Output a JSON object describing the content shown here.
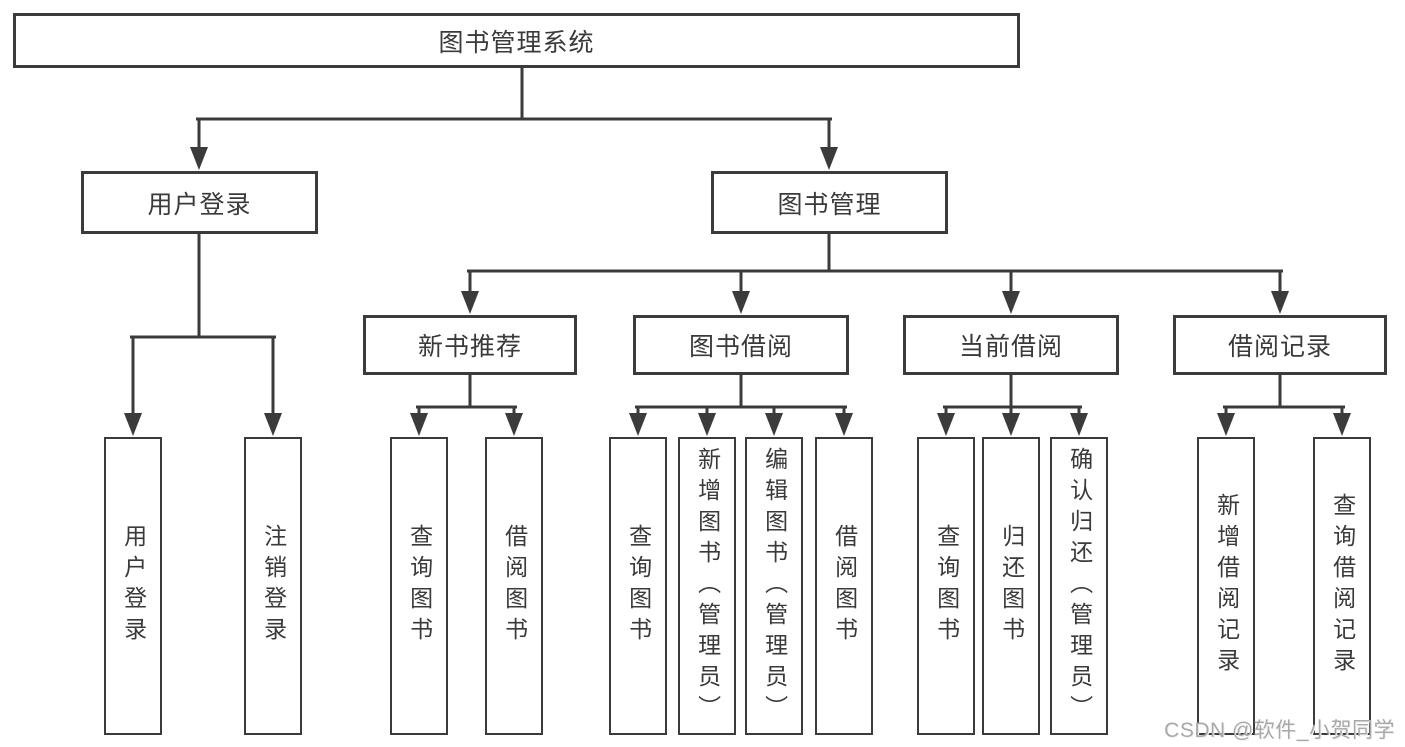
{
  "title": "图书管理系统",
  "watermark": "CSDN @软件_小贺同学",
  "colors": {
    "line": "#3b3b3b",
    "box_border": "#3b3b3b",
    "text": "#3a3a3a",
    "background": "#ffffff",
    "watermark_text": "#a9a9a9"
  },
  "tree": {
    "root": {
      "label": "图书管理系统",
      "children": [
        {
          "label": "用户登录",
          "children": [
            {
              "label": "用户登录"
            },
            {
              "label": "注销登录"
            }
          ]
        },
        {
          "label": "图书管理",
          "children": [
            {
              "label": "新书推荐",
              "children": [
                {
                  "label": "查询图书"
                },
                {
                  "label": "借阅图书"
                }
              ]
            },
            {
              "label": "图书借阅",
              "children": [
                {
                  "label": "查询图书"
                },
                {
                  "label": "新增图书（管理员）"
                },
                {
                  "label": "编辑图书（管理员）"
                },
                {
                  "label": "借阅图书"
                }
              ]
            },
            {
              "label": "当前借阅",
              "children": [
                {
                  "label": "查询图书"
                },
                {
                  "label": "归还图书"
                },
                {
                  "label": "确认归还（管理员）"
                }
              ]
            },
            {
              "label": "借阅记录",
              "children": [
                {
                  "label": "新增借阅记录"
                },
                {
                  "label": "查询借阅记录"
                }
              ]
            }
          ]
        }
      ]
    }
  }
}
